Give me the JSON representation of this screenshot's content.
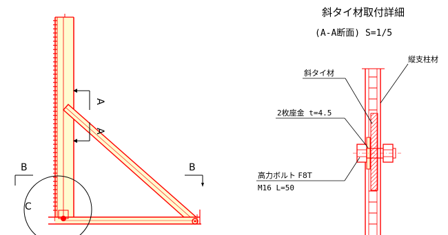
{
  "title": "斜タイ材取付詳細",
  "subtitle": "(A-A断面) S=1/5",
  "section_marks": {
    "a_upper": "A",
    "a_lower": "A",
    "b_left": "B",
    "b_right": "B",
    "c": "C"
  },
  "labels": {
    "diagonal_tie": "斜タイ材",
    "vertical_post": "縦支柱材",
    "washer": "2枚座金 t=4.5",
    "bolt": "高力ボルト F8T",
    "bolt_size": "M16 L=50"
  },
  "colors": {
    "line": "#ff0000",
    "hatch": "#ff0000",
    "fill_yellow": "#fffbd0",
    "text": "#000000"
  }
}
